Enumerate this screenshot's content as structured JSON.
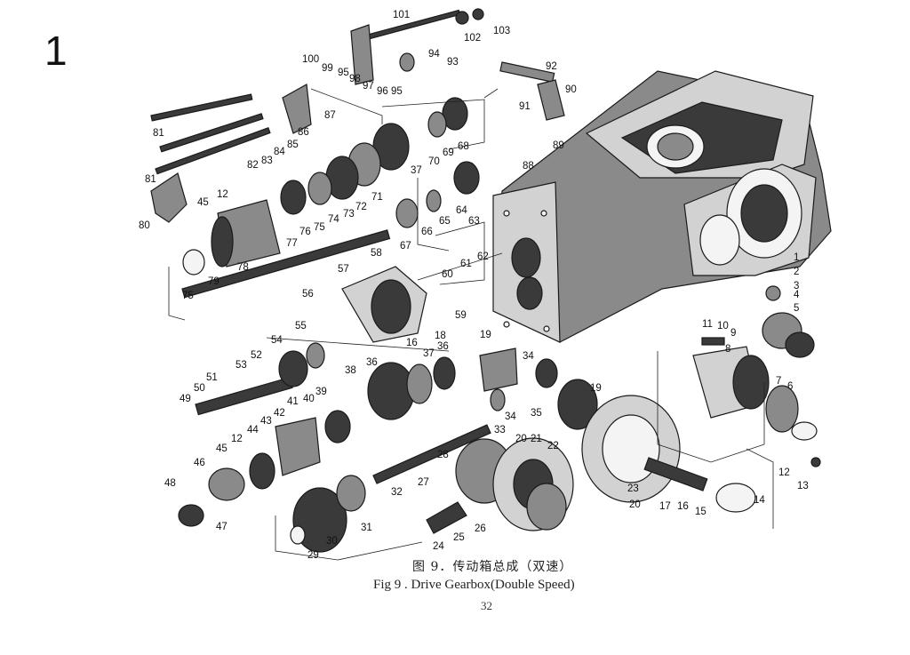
{
  "figure": {
    "corner_number": "1",
    "caption_cn": "图 9．传动箱总成（双速）",
    "caption_en": "Fig 9 . Drive Gearbox(Double Speed)",
    "page_number": "32"
  },
  "part_labels": [
    "101",
    "102",
    "103",
    "100",
    "99",
    "95",
    "98",
    "97",
    "96",
    "95",
    "94",
    "93",
    "92",
    "90",
    "91",
    "81",
    "87",
    "86",
    "85",
    "83",
    "82",
    "84",
    "81",
    "71",
    "37",
    "70",
    "69",
    "68",
    "89",
    "88",
    "45",
    "12",
    "80",
    "77",
    "76",
    "75",
    "74",
    "73",
    "72",
    "67",
    "66",
    "65",
    "64",
    "63",
    "58",
    "78",
    "79",
    "75",
    "57",
    "56",
    "61",
    "62",
    "60",
    "59",
    "55",
    "54",
    "16",
    "18",
    "19",
    "53",
    "52",
    "51",
    "50",
    "49",
    "36",
    "38",
    "37",
    "36",
    "34",
    "41",
    "39",
    "40",
    "42",
    "43",
    "44",
    "45",
    "12",
    "35",
    "34",
    "33",
    "20",
    "21",
    "22",
    "28",
    "46",
    "27",
    "32",
    "31",
    "30",
    "29",
    "48",
    "47",
    "25",
    "26",
    "24",
    "23",
    "20",
    "17",
    "16",
    "15",
    "14",
    "13",
    "12",
    "1",
    "2",
    "3",
    "4",
    "5",
    "11",
    "10",
    "9",
    "8",
    "7",
    "6",
    "19"
  ]
}
